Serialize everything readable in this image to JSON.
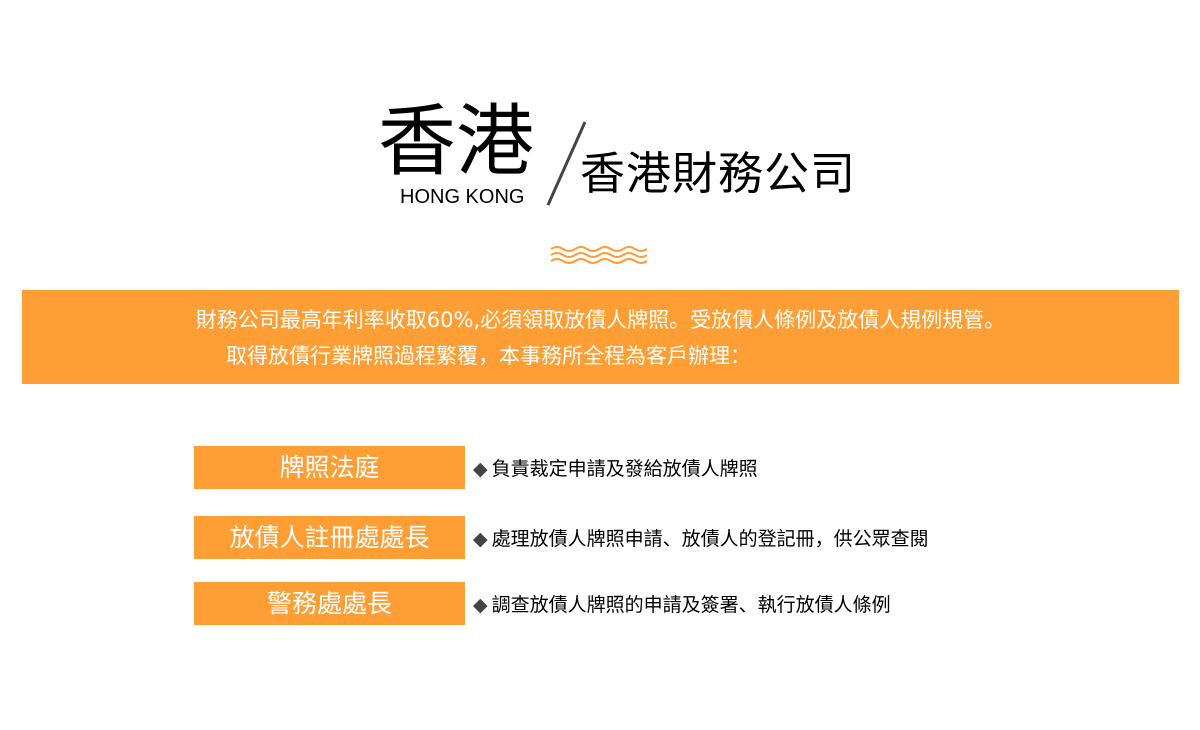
{
  "header": {
    "title": "香港",
    "title_en": "HONG KONG",
    "subtitle": "香港財務公司"
  },
  "banner": {
    "line1": "財務公司最高年利率收取60%,必須領取放債人牌照。受放債人條例及放債人規例規管。",
    "line2": "取得放債行業牌照過程繁覆，本事務所全程為客戶辦理："
  },
  "items": [
    {
      "label": "牌照法庭",
      "desc": "負責裁定申請及發給放債人牌照"
    },
    {
      "label": "放債人註冊處處長",
      "desc": "處理放債人牌照申請、放債人的登記冊，供公眾查閱"
    },
    {
      "label": "警務處處長",
      "desc": "調查放債人牌照的申請及簽署、執行放債人條例"
    }
  ],
  "bullet": "◆",
  "colors": {
    "accent": "#FF9E35",
    "text": "#000000"
  }
}
